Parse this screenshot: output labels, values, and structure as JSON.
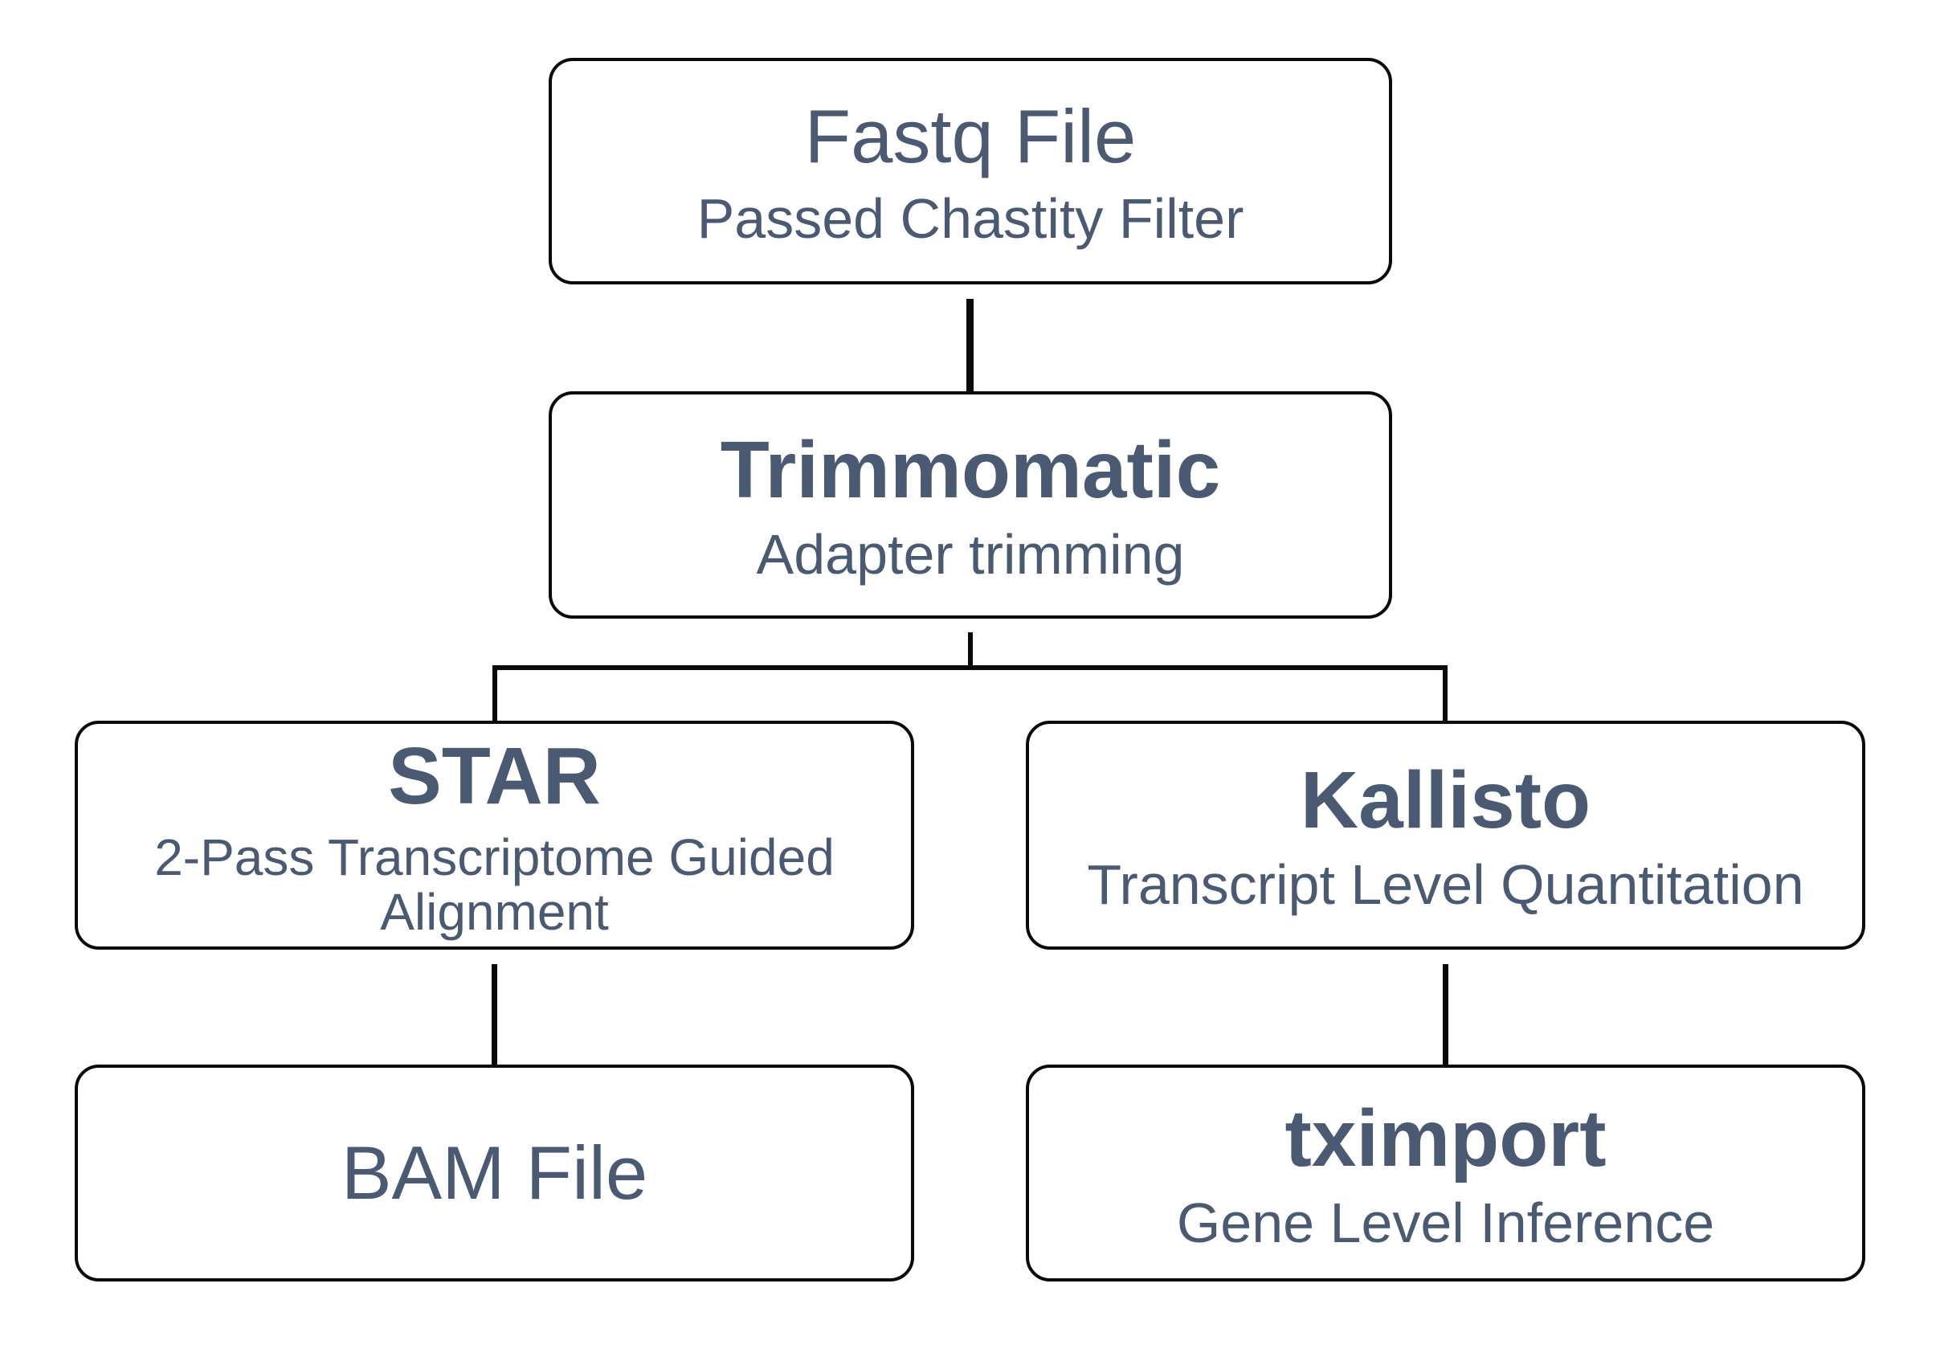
{
  "diagram": {
    "background_color": "#ffffff",
    "text_color": "#4a5a73",
    "line_color": "#0a0a0a",
    "nodes": [
      {
        "id": "fastq",
        "title": "Fastq File",
        "subtitle": "Passed Chastity Filter"
      },
      {
        "id": "trimmomatic",
        "title": "Trimmomatic",
        "subtitle": "Adapter trimming"
      },
      {
        "id": "star",
        "title": "STAR",
        "subtitle": "2-Pass Transcriptome Guided Alignment"
      },
      {
        "id": "kallisto",
        "title": "Kallisto",
        "subtitle": "Transcript Level Quantitation"
      },
      {
        "id": "bam",
        "title": "BAM File",
        "subtitle": ""
      },
      {
        "id": "tximport",
        "title": "tximport",
        "subtitle": "Gene Level Inference"
      }
    ],
    "edges": [
      {
        "from": "fastq",
        "to": "trimmomatic"
      },
      {
        "from": "trimmomatic",
        "to": "star"
      },
      {
        "from": "trimmomatic",
        "to": "kallisto"
      },
      {
        "from": "star",
        "to": "bam"
      },
      {
        "from": "kallisto",
        "to": "tximport"
      }
    ]
  }
}
